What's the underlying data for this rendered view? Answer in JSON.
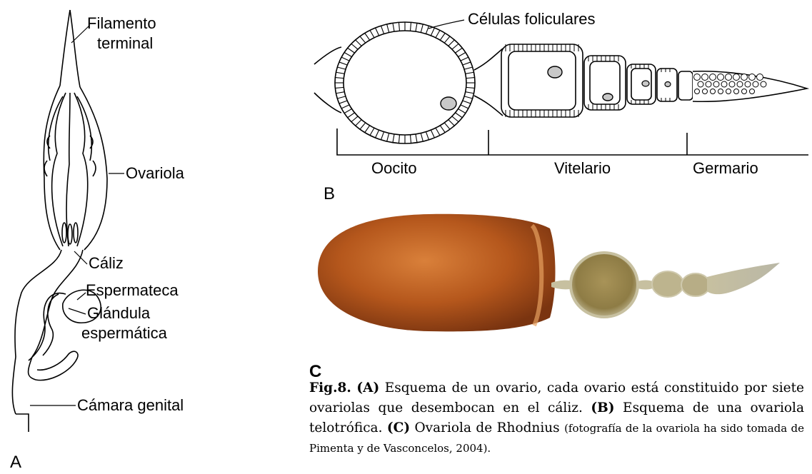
{
  "panel_a": {
    "letter": "A",
    "labels": {
      "filamento_1": "Filamento",
      "filamento_2": "terminal",
      "ovariola": "Ovariola",
      "caliz": "Cáliz",
      "espermateca": "Espermateca",
      "glandula_1": "Glándula",
      "glandula_2": "espermática",
      "camara": "Cámara genital"
    }
  },
  "panel_b": {
    "letter": "B",
    "labels": {
      "celulas": "Células foliculares",
      "oocito": "Oocito",
      "vitelario": "Vitelario",
      "germario": "Germario"
    }
  },
  "panel_c": {
    "letter": "C"
  },
  "caption": {
    "fig_label": "Fig.8.",
    "tag_a": "(A)",
    "text_a": " Esquema de un ovario, cada ovario está constituido por siete ovariolas que desembocan en el cáliz. ",
    "tag_b": "(B)",
    "text_b": " Esquema de una ovariola telotrófica. ",
    "tag_c": "(C)",
    "text_c": " Ovariola de Rhodnius ",
    "note": "(fotografía de la ovariola ha sido tomada de Pimenta y de Vasconcelos, 2004)."
  },
  "colors": {
    "egg_main": "#b5571c",
    "egg_highlight": "#d9803a",
    "egg_dark": "#7a3410",
    "pale_chamber": "#9a8a55",
    "pale_light": "#c7c0a0",
    "germarium": "#b9b7a6",
    "nucleus_gray": "#c8c8c8"
  }
}
